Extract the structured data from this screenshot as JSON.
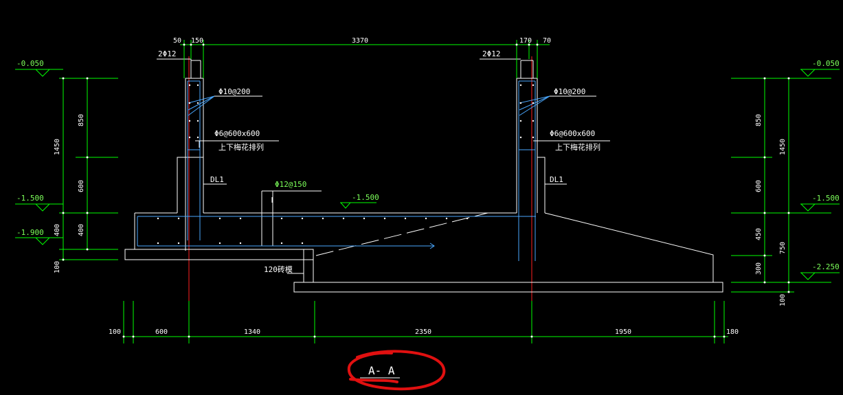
{
  "top_dims": {
    "d50": "50",
    "d150": "150",
    "d3370": "3370",
    "d170": "170",
    "d70": "70"
  },
  "bottom_dims": {
    "d100": "100",
    "d600": "600",
    "d1340": "1340",
    "d2350": "2350",
    "d1950": "1950",
    "d180": "180"
  },
  "left_dims": {
    "d1450": "1450",
    "d850": "850",
    "d600": "600",
    "d400a": "400",
    "d400b": "400",
    "d100": "100"
  },
  "right_dims": {
    "d850": "850",
    "d1450": "1450",
    "d600": "600",
    "d450": "450",
    "d750": "750",
    "d300": "300",
    "d100": "100"
  },
  "elevations": {
    "left_top": "-0.050",
    "left_mid": "-1.500",
    "left_bot": "-1.900",
    "right_top": "-0.050",
    "right_mid": "-1.500",
    "right_bot": "-2.250",
    "center": "-1.500"
  },
  "labels": {
    "rebar_left_top": "2Φ12",
    "rebar_right_top": "2Φ12",
    "stirrup_left": "Φ10@200",
    "stirrup_right": "Φ10@200",
    "tie_left": "Φ6@600x600",
    "tie_right": "Φ6@600x600",
    "arrangement_left": "上下梅花排列",
    "arrangement_right": "上下梅花排列",
    "beam_left": "DL1",
    "beam_right": "DL1",
    "slab_rebar": "Φ12@150",
    "brick": "120砖模"
  },
  "section_title": "A- A",
  "colors": {
    "background": "#000000",
    "line": "#ffffff",
    "dim": "#00ff00",
    "rebar": "#4aa8ff",
    "axis": "#ff2020",
    "markup": "#e01010"
  }
}
